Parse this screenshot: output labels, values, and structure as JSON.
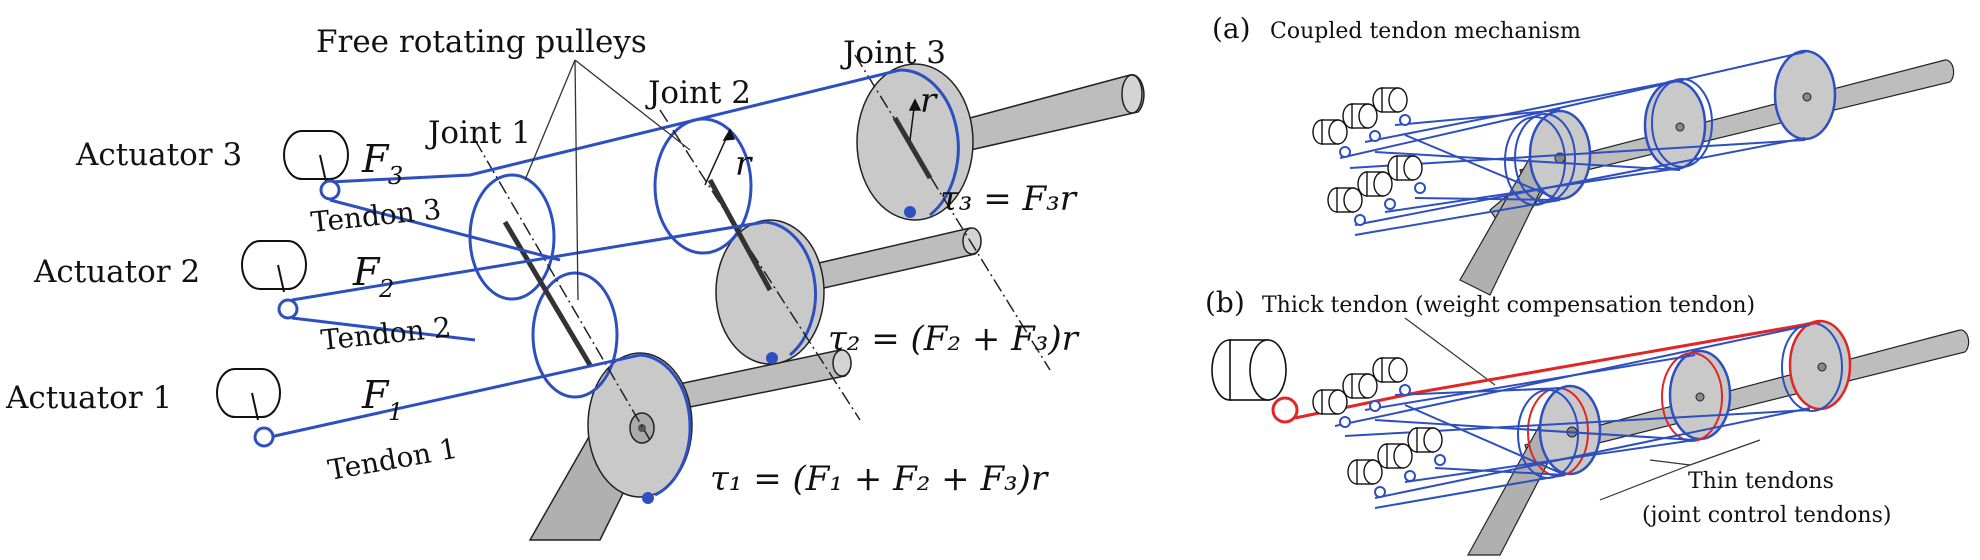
{
  "left": {
    "pulleys_label": "Free rotating pulleys",
    "joint1": "Joint 1",
    "joint2": "Joint 2",
    "joint3": "Joint 3",
    "actuator1": "Actuator 1",
    "actuator2": "Actuator 2",
    "actuator3": "Actuator 3",
    "tendon1": "Tendon 1",
    "tendon2": "Tendon 2",
    "tendon3": "Tendon 3",
    "f1": "F",
    "f1_sub": "1",
    "f2": "F",
    "f2_sub": "2",
    "f3": "F",
    "f3_sub": "3",
    "r": "r",
    "tau3": "τ₃ = F₃r",
    "tau2": "τ₂ = (F₂ + F₃)r",
    "tau1": "τ₁ = (F₁ + F₂ + F₃)r"
  },
  "right": {
    "a_tag": "(a)",
    "a_title": "Coupled tendon mechanism",
    "b_tag": "(b)",
    "b_title": "Thick tendon (weight compensation tendon)",
    "thin1": "Thin tendons",
    "thin2": "(joint control tendons)"
  },
  "colors": {
    "tendon_blue": "#2e4fbf",
    "tendon_red": "#e02626",
    "pulley_gray": "#c9c9c9",
    "shaft_gray": "#bdbdbd"
  }
}
